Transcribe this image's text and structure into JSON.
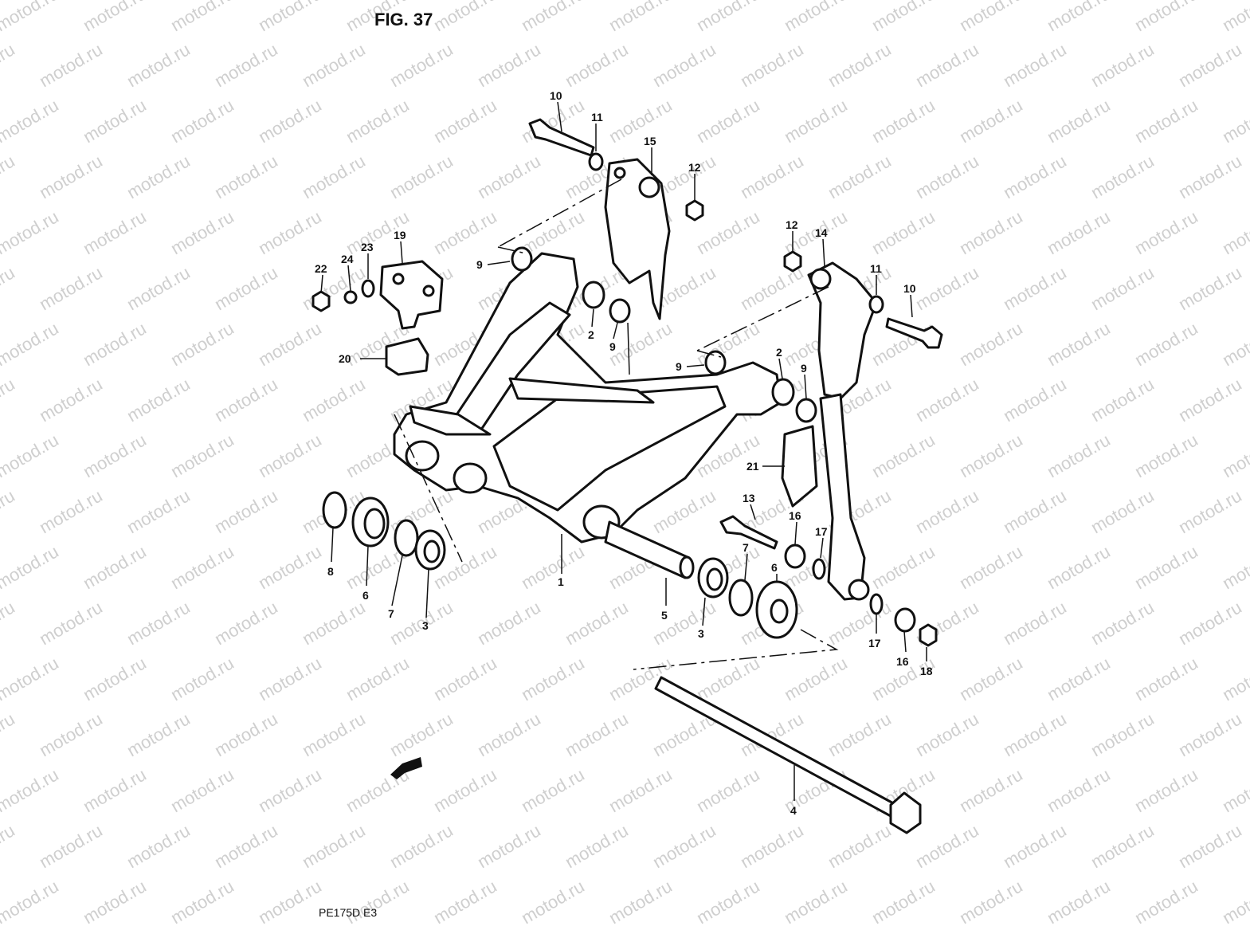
{
  "figure": {
    "title": "FIG. 37",
    "model_code": "PE175D  E3",
    "watermark": "motod.ru"
  },
  "callouts": [
    {
      "id": "c10a",
      "label": "10"
    },
    {
      "id": "c11a",
      "label": "11"
    },
    {
      "id": "c15",
      "label": "15"
    },
    {
      "id": "c12a",
      "label": "12"
    },
    {
      "id": "c19",
      "label": "19"
    },
    {
      "id": "c22",
      "label": "22"
    },
    {
      "id": "c24",
      "label": "24"
    },
    {
      "id": "c23",
      "label": "23"
    },
    {
      "id": "c9a",
      "label": "9"
    },
    {
      "id": "c2a",
      "label": "2"
    },
    {
      "id": "c9b",
      "label": "9"
    },
    {
      "id": "c20",
      "label": "20"
    },
    {
      "id": "c12b",
      "label": "12"
    },
    {
      "id": "c14",
      "label": "14"
    },
    {
      "id": "c11b",
      "label": "11"
    },
    {
      "id": "c10b",
      "label": "10"
    },
    {
      "id": "c9c",
      "label": "9"
    },
    {
      "id": "c2b",
      "label": "2"
    },
    {
      "id": "c9d",
      "label": "9"
    },
    {
      "id": "c21",
      "label": "21"
    },
    {
      "id": "c13",
      "label": "13"
    },
    {
      "id": "c16a",
      "label": "16"
    },
    {
      "id": "c17a",
      "label": "17"
    },
    {
      "id": "c7a",
      "label": "7"
    },
    {
      "id": "c6a",
      "label": "6"
    },
    {
      "id": "c1",
      "label": "1"
    },
    {
      "id": "c8",
      "label": "8"
    },
    {
      "id": "c6b",
      "label": "6"
    },
    {
      "id": "c7b",
      "label": "7"
    },
    {
      "id": "c3a",
      "label": "3"
    },
    {
      "id": "c5",
      "label": "5"
    },
    {
      "id": "c3b",
      "label": "3"
    },
    {
      "id": "c17b",
      "label": "17"
    },
    {
      "id": "c16b",
      "label": "16"
    },
    {
      "id": "c18",
      "label": "18"
    },
    {
      "id": "c4",
      "label": "4"
    }
  ]
}
